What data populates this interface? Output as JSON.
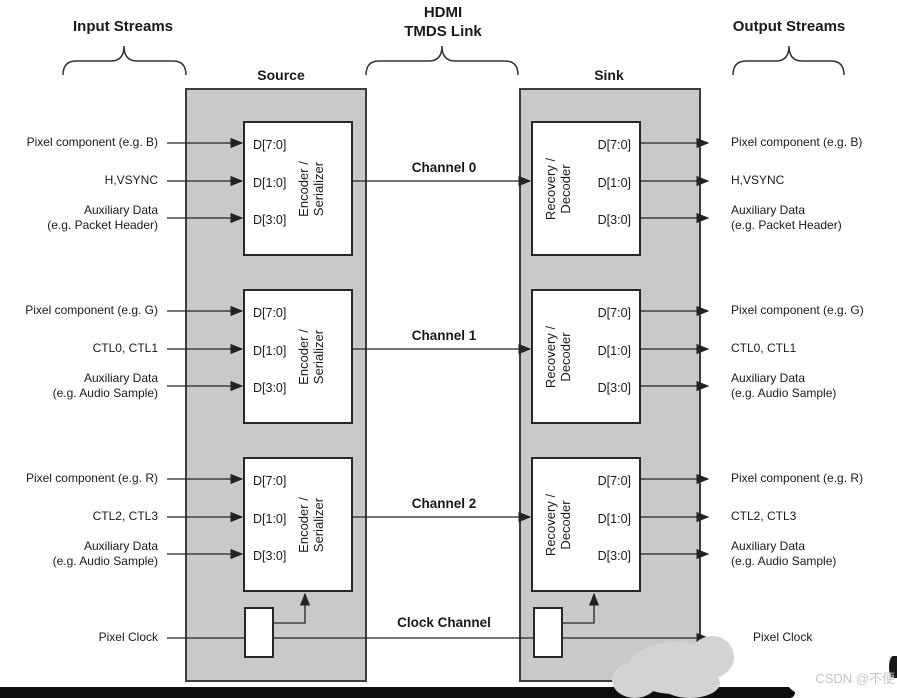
{
  "titles": {
    "input_streams": "Input Streams",
    "hdmi1": "HDMI",
    "hdmi2": "TMDS Link",
    "output_streams": "Output Streams",
    "source": "Source",
    "sink": "Sink"
  },
  "blocks": {
    "encoder_l1": "Encoder /",
    "encoder_l2": "Serializer",
    "decoder_l1": "Recovery /",
    "decoder_l2": "Decoder"
  },
  "ports": [
    "D[7:0]",
    "D[1:0]",
    "D[3:0]"
  ],
  "rows": [
    {
      "channel": "Channel 0",
      "in1": "Pixel component (e.g. B)",
      "in2": "H,VSYNC",
      "in3a": "Auxiliary Data",
      "in3b": "(e.g. Packet Header)",
      "out1": "Pixel component (e.g. B)",
      "out2": "H,VSYNC",
      "out3a": "Auxiliary Data",
      "out3b": "(e.g. Packet Header)"
    },
    {
      "channel": "Channel 1",
      "in1": "Pixel component (e.g. G)",
      "in2": "CTL0, CTL1",
      "in3a": "Auxiliary Data",
      "in3b": "(e.g. Audio Sample)",
      "out1": "Pixel component (e.g. G)",
      "out2": "CTL0, CTL1",
      "out3a": "Auxiliary Data",
      "out3b": "(e.g. Audio Sample)"
    },
    {
      "channel": "Channel 2",
      "in1": "Pixel component (e.g. R)",
      "in2": "CTL2, CTL3",
      "in3a": "Auxiliary Data",
      "in3b": "(e.g. Audio Sample)",
      "out1": "Pixel component (e.g. R)",
      "out2": "CTL2, CTL3",
      "out3a": "Auxiliary Data",
      "out3b": "(e.g. Audio Sample)"
    }
  ],
  "clock": {
    "channel": "Clock Channel",
    "input": "Pixel Clock",
    "output": "Pixel Clock"
  },
  "watermark": "CSDN @不便",
  "colors": {
    "box_fill": "#c9c9c9",
    "box_border": "#3d3d3d",
    "line": "#222222",
    "bottom_bar": "#0e0e0e",
    "blob": "#d3d3d3",
    "watermark": "#c9c4c4"
  }
}
